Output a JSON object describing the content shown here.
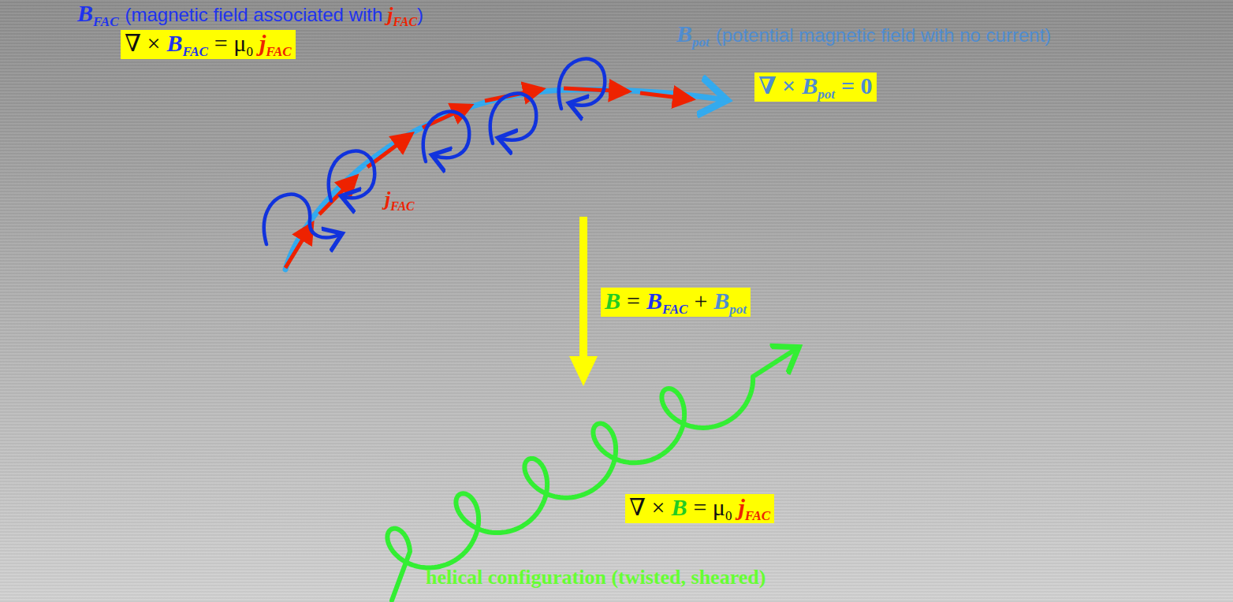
{
  "diagram": {
    "labels": [
      "B",
      "FAC",
      "(magnetic field associated with",
      "j",
      "FAC",
      ")",
      "∇ ×",
      "B",
      "FAC",
      "= μ",
      "0",
      "j",
      "FAC",
      "B",
      "pot",
      "(potential magnetic field with no current)",
      "∇ ×",
      "B",
      "pot",
      "= 0",
      "j",
      "FAC",
      "B",
      "=",
      "B",
      "FAC",
      "+",
      "B",
      "pot",
      "∇ ×",
      "B",
      "= μ",
      "0",
      "j",
      "FAC",
      "helical configuration (twisted, sheared)"
    ]
  }
}
